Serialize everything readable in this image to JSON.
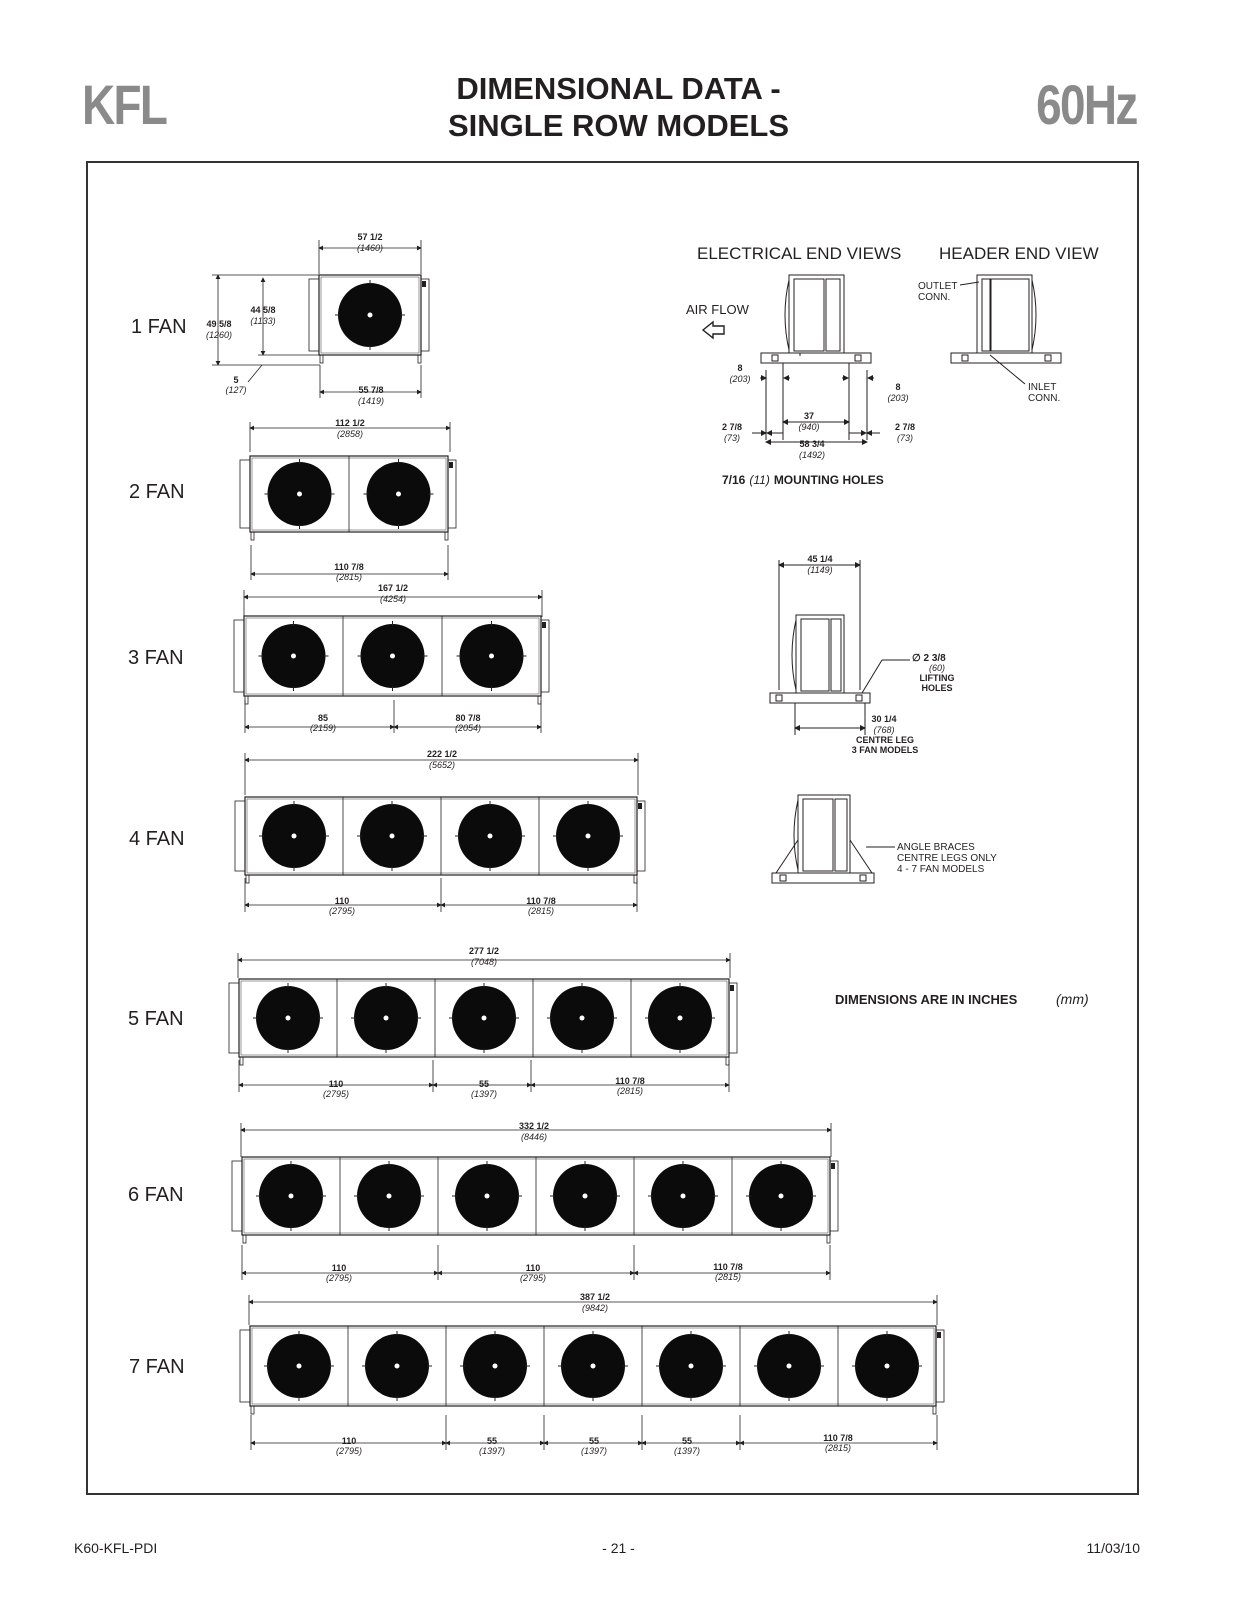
{
  "header": {
    "logo_left": "KFL",
    "title_line1": "DIMENSIONAL DATA -",
    "title_line2": "SINGLE ROW MODELS",
    "logo_right": "60Hz"
  },
  "fan_labels": [
    "1 FAN",
    "2 FAN",
    "3 FAN",
    "4 FAN",
    "5 FAN",
    "6 FAN",
    "7 FAN"
  ],
  "dims": {
    "f1_top": "57 1/2",
    "f1_top_mm": "(1460)",
    "f1_h1": "44 5/8",
    "f1_h1_mm": "(1133)",
    "f1_h2": "49 5/8",
    "f1_h2_mm": "(1260)",
    "f1_leg": "5",
    "f1_leg_mm": "(127)",
    "f1_bot": "55 7/8",
    "f1_bot_mm": "(1419)",
    "f2_top": "112 1/2",
    "f2_top_mm": "(2858)",
    "f2_bot": "110 7/8",
    "f2_bot_mm": "(2815)",
    "f3_top": "167 1/2",
    "f3_top_mm": "(4254)",
    "f3_b1": "85",
    "f3_b1_mm": "(2159)",
    "f3_b2": "80 7/8",
    "f3_b2_mm": "(2054)",
    "f4_top": "222 1/2",
    "f4_top_mm": "(5652)",
    "f4_b1": "110",
    "f4_b1_mm": "(2795)",
    "f4_b2": "110 7/8",
    "f4_b2_mm": "(2815)",
    "f5_top": "277 1/2",
    "f5_top_mm": "(7048)",
    "f5_b1": "110",
    "f5_b1_mm": "(2795)",
    "f5_b2": "55",
    "f5_b2_mm": "(1397)",
    "f5_b3": "110 7/8",
    "f5_b3_mm": "(2815)",
    "f6_top": "332 1/2",
    "f6_top_mm": "(8446)",
    "f6_b1": "110",
    "f6_b1_mm": "(2795)",
    "f6_b2": "110",
    "f6_b2_mm": "(2795)",
    "f6_b3": "110 7/8",
    "f6_b3_mm": "(2815)",
    "f7_top": "387 1/2",
    "f7_top_mm": "(9842)",
    "f7_b1": "110",
    "f7_b1_mm": "(2795)",
    "f7_b2": "55",
    "f7_b2_mm": "(1397)",
    "f7_b3": "55",
    "f7_b3_mm": "(1397)",
    "f7_b4": "55",
    "f7_b4_mm": "(1397)",
    "f7_b5": "110 7/8",
    "f7_b5_mm": "(2815)"
  },
  "end_views": {
    "electrical_title": "ELECTRICAL END VIEWS",
    "header_title": "HEADER END VIEW",
    "air_flow": "AIR FLOW",
    "outlet": "OUTLET",
    "conn": "CONN.",
    "inlet": "INLET",
    "d8": "8",
    "d8_mm": "(203)",
    "d278": "2 7/8",
    "d278_mm": "(73)",
    "d37": "37",
    "d37_mm": "(940)",
    "d5834": "58 3/4",
    "d5834_mm": "(1492)",
    "mount_a": "7/16",
    "mount_b": "(11)",
    "mount_c": "MOUNTING HOLES",
    "d4514": "45 1/4",
    "d4514_mm": "(1149)",
    "lift_dia": "∅ 2 3/8",
    "lift_mm": "(60)",
    "lifting": "LIFTING",
    "holes": "HOLES",
    "d3014": "30 1/4",
    "d3014_mm": "(768)",
    "centre_leg": "CENTRE LEG",
    "three_fan": "3 FAN MODELS",
    "angle_braces": "ANGLE BRACES",
    "centre_legs_only": "CENTRE LEGS ONLY",
    "four_seven": "4 - 7 FAN MODELS"
  },
  "note_units": "DIMENSIONS ARE IN INCHES",
  "note_units_mm": "(mm)",
  "footer": {
    "left": "K60-KFL-PDI",
    "center": "- 21 -",
    "right": "11/03/10"
  }
}
